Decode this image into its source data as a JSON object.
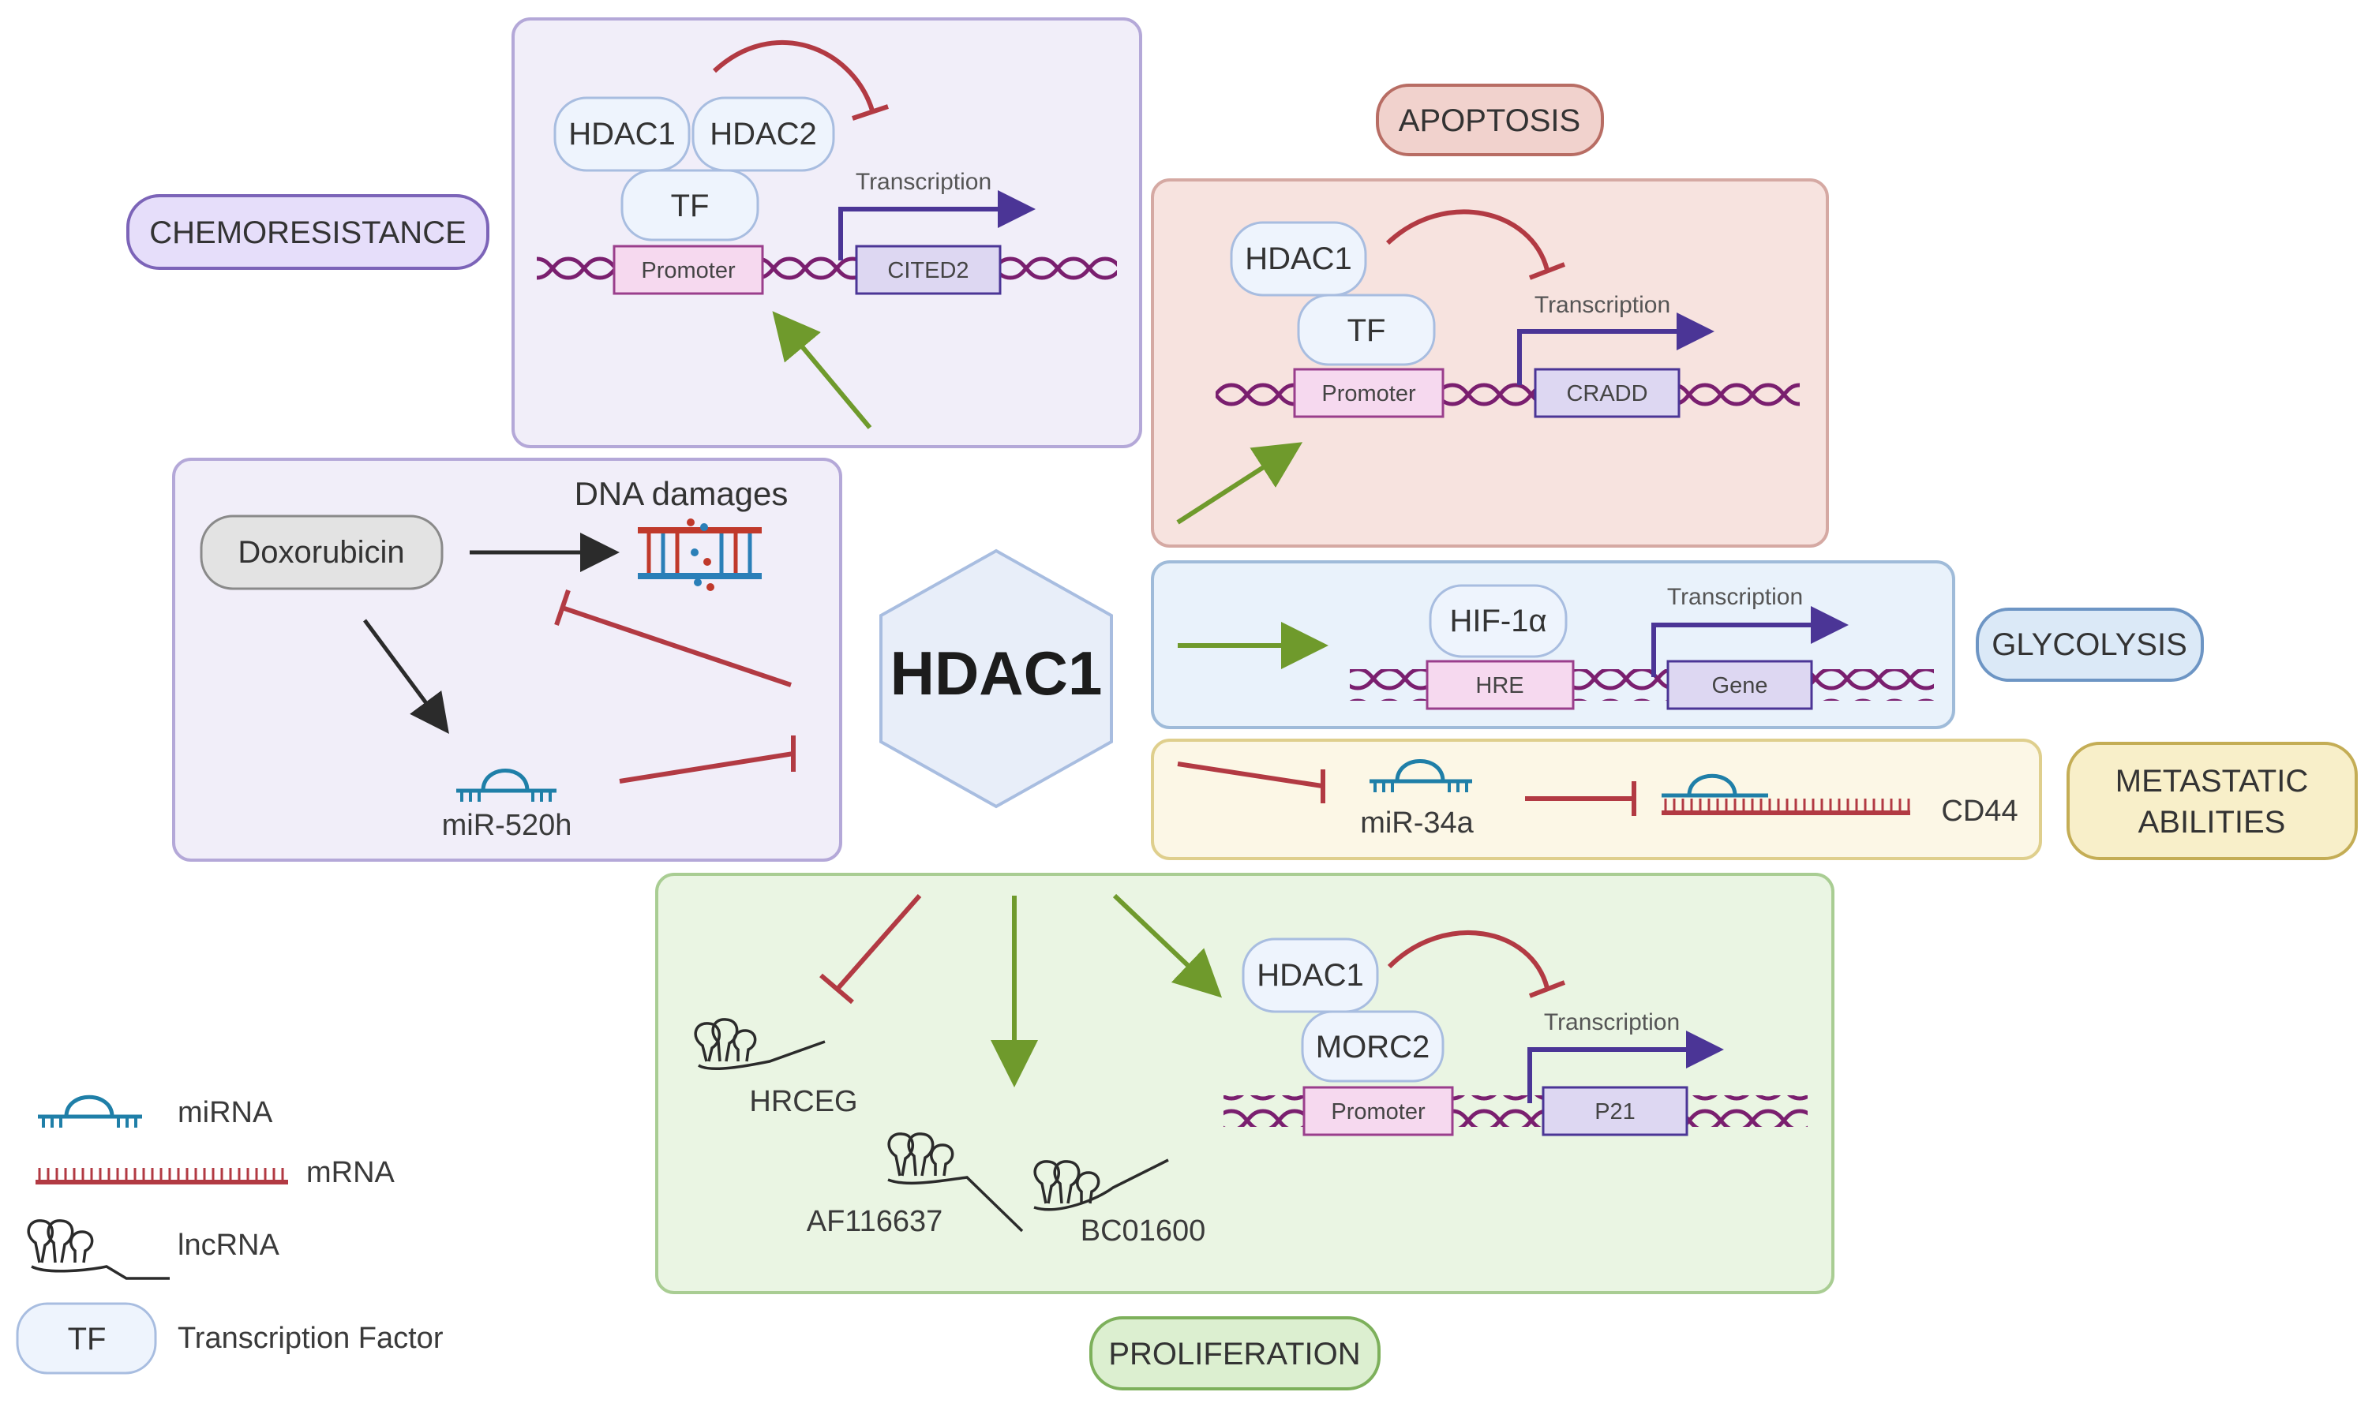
{
  "center": {
    "label": "HDAC1"
  },
  "chemoresistance": {
    "label": "CHEMORESISTANCE",
    "hdac1": "HDAC1",
    "hdac2": "HDAC2",
    "tf": "TF",
    "promoter": "Promoter",
    "gene": "CITED2",
    "transcription": "Transcription",
    "doxorubicin": "Doxorubicin",
    "dna_damages": "DNA damages",
    "mirna": "miR-520h"
  },
  "apoptosis": {
    "label": "APOPTOSIS",
    "hdac1": "HDAC1",
    "tf": "TF",
    "promoter": "Promoter",
    "gene": "CRADD",
    "transcription": "Transcription"
  },
  "glycolysis": {
    "label": "GLYCOLYSIS",
    "factor": "HIF-1α",
    "element": "HRE",
    "gene": "Gene",
    "transcription": "Transcription"
  },
  "metastatic": {
    "label_line1": "METASTATIC",
    "label_line2": "ABILITIES",
    "mirna": "miR-34a",
    "target": "CD44"
  },
  "proliferation": {
    "label": "PROLIFERATION",
    "lnc1": "HRCEG",
    "lnc2": "AF116637",
    "lnc3": "BC01600",
    "hdac1": "HDAC1",
    "morc2": "MORC2",
    "promoter": "Promoter",
    "gene": "P21",
    "transcription": "Transcription"
  },
  "legend": {
    "mirna": "miRNA",
    "mrna": "mRNA",
    "lncrna": "lncRNA",
    "tf": "TF",
    "tf_desc": "Transcription Factor"
  },
  "colors": {
    "purple_box": "#f1eef9",
    "purple_border": "#b4a8d8",
    "red_box": "#f7e3df",
    "red_border": "#d5a9a3",
    "blue_box": "#e9f2fb",
    "blue_border": "#9fbbd9",
    "yellow_box": "#fcf7e6",
    "yellow_border": "#dfcf8d",
    "green_box": "#eaf5e3",
    "green_border": "#a9cd93",
    "inhibit": "#b23a43",
    "activate": "#6f9a2c",
    "dna": "#7a1f6f",
    "arrow_dark": "#3b2a7a"
  }
}
